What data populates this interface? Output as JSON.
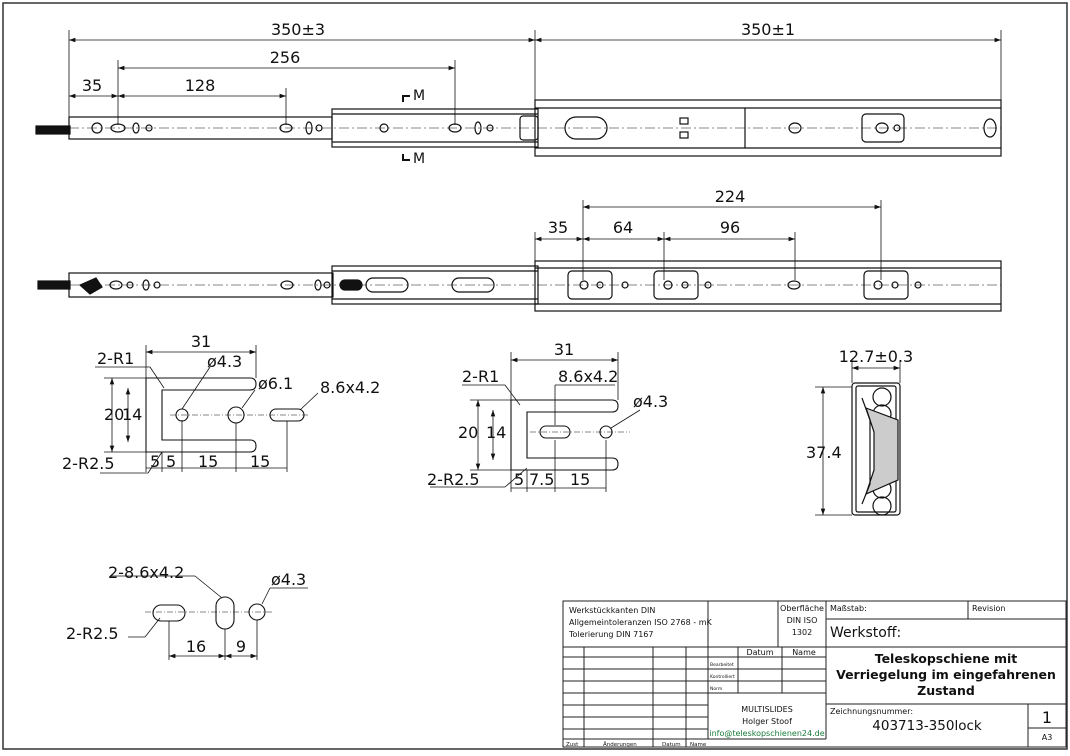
{
  "drawing": {
    "view_top": {
      "dims": {
        "total_left": "350±3",
        "total_right": "350±1",
        "d256": "256",
        "d35": "35",
        "d128": "128"
      },
      "section_mark": "M"
    },
    "view_bottom": {
      "dims": {
        "d224": "224",
        "d35": "35",
        "d64": "64",
        "d96": "96"
      }
    },
    "detail_a": {
      "d31": "31",
      "r1": "2-R1",
      "hole43": "ø4.3",
      "hole61": "ø6.1",
      "slot": "8.6x4.2",
      "h20": "20",
      "h14": "14",
      "r25": "2-R2.5",
      "b5a": "5",
      "b5b": "5",
      "b15a": "15",
      "b15b": "15"
    },
    "detail_b": {
      "d31": "31",
      "r1": "2-R1",
      "slot": "8.6x4.2",
      "hole43": "ø4.3",
      "h20": "20",
      "h14": "14",
      "r25": "2-R2.5",
      "b5": "5",
      "b75": "7.5",
      "b15": "15"
    },
    "detail_c": {
      "slot": "2-8.6x4.2",
      "hole43": "ø4.3",
      "r25": "2-R2.5",
      "b16": "16",
      "b9": "9"
    },
    "section_view": {
      "width": "12.7±0.3",
      "height": "37.4"
    }
  },
  "title_block": {
    "notes": [
      "Werkstückkanten DIN",
      "Allgemeintoleranzen ISO 2768 - mK",
      "Tolerierung DIN 7167"
    ],
    "surface_lines": [
      "Oberfläche",
      "DIN ISO",
      "1302"
    ],
    "scale_label": "Maßstab:",
    "revision_label": "Revision",
    "material_label": "Werkstoff:",
    "col_datum": "Datum",
    "col_name": "Name",
    "row_labels": [
      "Bearbeitet",
      "Kontrolliert",
      "Norm"
    ],
    "company": "MULTISLIDES",
    "person": "Holger Stoof",
    "email": "info@teleskopschienen24.de",
    "title_lines": [
      "Teleskopschiene mit",
      "Verriegelung im eingefahrenen",
      "Zustand"
    ],
    "drawing_number_label": "Zeichnungsnummer:",
    "drawing_number": "403713-350lock",
    "sheet": "1",
    "format": "A3",
    "footer": [
      "Zust",
      "Änderungen",
      "Datum",
      "Name"
    ]
  }
}
